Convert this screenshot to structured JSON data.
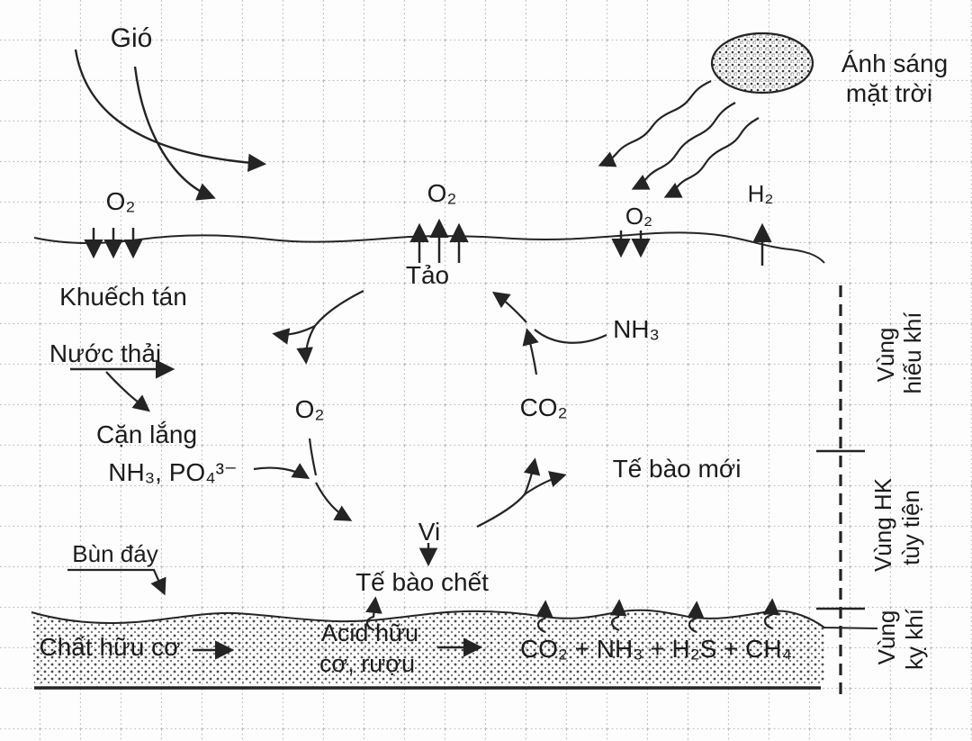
{
  "colors": {
    "ink": "#242424",
    "grid": "#bcbcbc",
    "paper": "#fdfdfd",
    "stipple": "#4a4a4a"
  },
  "atmosphere": {
    "wind": "Gió",
    "sunlight_line1": "Ánh sáng",
    "sunlight_line2": "mặt trời"
  },
  "surface": {
    "o2_in_left": "O₂",
    "o2_out_algae": "O₂",
    "o2_in_right": "O₂",
    "h2_out": "H₂",
    "diffusion": "Khuếch tán"
  },
  "aerobic": {
    "algae": "Tảo",
    "wastewater": "Nước thải",
    "settling": "Cặn lắng",
    "nutrients": "NH₃, PO₄³⁻",
    "o2": "O₂",
    "co2": "CO₂",
    "nh3": "NH₃",
    "new_cells": "Tế bào mới",
    "bacteria": "Vi",
    "dead_cells": "Tế bào chết"
  },
  "sludge": {
    "bottom_mud": "Bùn đáy",
    "organic_matter": "Chất hữu cơ",
    "acids_line1": "Acid hữu",
    "acids_line2": "cơ, rượu",
    "gases": "CO₂ + NH₃ + H₂S + CH₄"
  },
  "zones": {
    "aerobic_line1": "Vùng",
    "aerobic_line2": "hiếu khí",
    "facultative_line1": "Vùng HK",
    "facultative_line2": "tùy tiện",
    "anaerobic_line1": "Vùng",
    "anaerobic_line2": "kỵ khí"
  }
}
